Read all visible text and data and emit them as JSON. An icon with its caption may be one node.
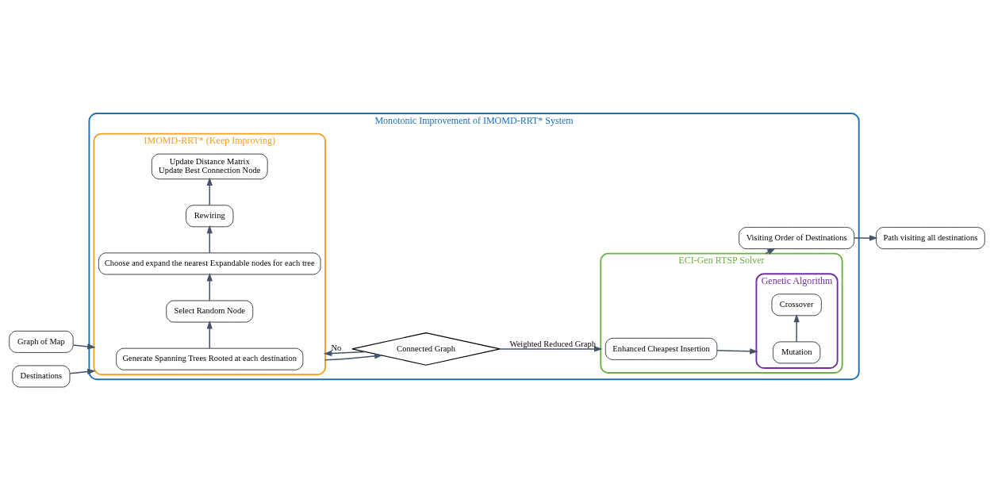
{
  "diagram": {
    "nodes": [
      {
        "text": [
          "Monotonic Improvement of IMOMD-RRT* System"
        ]
      },
      {
        "text": [
          "IMOMD-RRT* (Keep Improving)"
        ],
        "in": 0
      },
      {
        "text": [
          "Generate Spanning Trees Rooted at each destination"
        ],
        "in": 1
      },
      {
        "text": [
          "Select Random Node"
        ],
        "in": 1
      },
      {
        "text": [
          "Choose and expand the nearest Expandable nodes for each tree"
        ],
        "in": 1
      },
      {
        "text": [
          "Rewiring"
        ],
        "in": 1
      },
      {
        "text": [
          "Update Distance Matrix",
          "Update Best Connection Node"
        ],
        "in": 1
      },
      {
        "text": [
          "Connected Graph"
        ],
        "in": 0
      },
      {
        "text": [
          "ECI-Gen RTSP Solver"
        ],
        "in": 0
      },
      {
        "text": [
          "Enhanced Cheapest Insertion"
        ],
        "in": 8
      },
      {
        "text": [
          "Genetic Algorithm"
        ],
        "in": 8
      },
      {
        "text": [
          "Mutation"
        ],
        "in": 10
      },
      {
        "text": [
          "Crossover"
        ],
        "in": 10
      },
      {
        "text": [
          "Visiting Order of Destinations"
        ],
        "in": 0
      },
      {
        "text": [
          "Graph of Map"
        ]
      },
      {
        "text": [
          "Destinations"
        ]
      },
      {
        "text": [
          "Path visiting all destinations"
        ]
      }
    ],
    "edges": [
      {
        "from": 14,
        "to": 1,
        "arrow": "to"
      },
      {
        "from": 15,
        "to": 1,
        "arrow": "to"
      },
      {
        "from": 2,
        "to": 3,
        "arrow": "to"
      },
      {
        "from": 3,
        "to": 4,
        "arrow": "to"
      },
      {
        "from": 4,
        "to": 5,
        "arrow": "to"
      },
      {
        "from": 5,
        "to": 6,
        "arrow": "to"
      },
      {
        "from": 1,
        "to": 7,
        "arrow": "to"
      },
      {
        "from": 7,
        "to": 1,
        "arrow": "to",
        "label": "No"
      },
      {
        "from": 7,
        "to": 8,
        "arrow": "to",
        "label": "Weighted Reduced Graph"
      },
      {
        "from": 9,
        "to": 10,
        "arrow": "to"
      },
      {
        "from": 11,
        "to": 12,
        "arrow": "to"
      },
      {
        "from": 8,
        "to": 13,
        "arrow": "to"
      },
      {
        "from": 13,
        "to": 16,
        "arrow": "to"
      }
    ]
  }
}
